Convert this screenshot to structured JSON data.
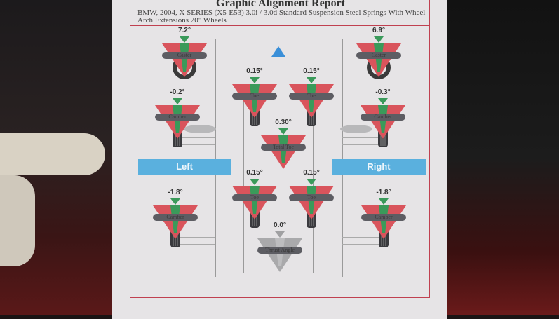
{
  "report": {
    "title": "Graphic Alignment Report",
    "vehicle": "BMW, 2004, X SERIES (X5-E53) 3.0i / 3.0d Standard Suspension Steel Springs With Wheel Arch Extensions 20\" Wheels"
  },
  "sides": {
    "left": "Left",
    "right": "Right"
  },
  "gauges": [
    {
      "id": "left-front-caster",
      "label": "Caster",
      "value": "7.2°",
      "type": "caster"
    },
    {
      "id": "right-front-caster",
      "label": "Caster",
      "value": "6.9°",
      "type": "caster"
    },
    {
      "id": "left-front-camber",
      "label": "Camber",
      "value": "-0.2°",
      "type": "camber"
    },
    {
      "id": "right-front-camber",
      "label": "Camber",
      "value": "-0.3°",
      "type": "camber"
    },
    {
      "id": "left-rear-camber",
      "label": "Camber",
      "value": "-1.8°",
      "type": "camber"
    },
    {
      "id": "right-rear-camber",
      "label": "Camber",
      "value": "-1.8°",
      "type": "camber"
    },
    {
      "id": "left-front-toe",
      "label": "Toe",
      "value": "0.15°",
      "type": "toe"
    },
    {
      "id": "right-front-toe",
      "label": "Toe",
      "value": "0.15°",
      "type": "toe"
    },
    {
      "id": "front-total-toe",
      "label": "Total Toe",
      "value": "0.30°",
      "type": "total"
    },
    {
      "id": "left-rear-toe",
      "label": "Toe",
      "value": "0.15°",
      "type": "toe"
    },
    {
      "id": "right-rear-toe",
      "label": "Toe",
      "value": "0.15°",
      "type": "toe"
    },
    {
      "id": "thrust-angle",
      "label": "Thrust Angle",
      "value": "0.0°",
      "type": "thrust"
    }
  ],
  "colors": {
    "out_of_spec": "#d9545c",
    "in_spec": "#3a9a5a",
    "side_bar": "#5ab0de",
    "direction": "#3a8fd8"
  }
}
